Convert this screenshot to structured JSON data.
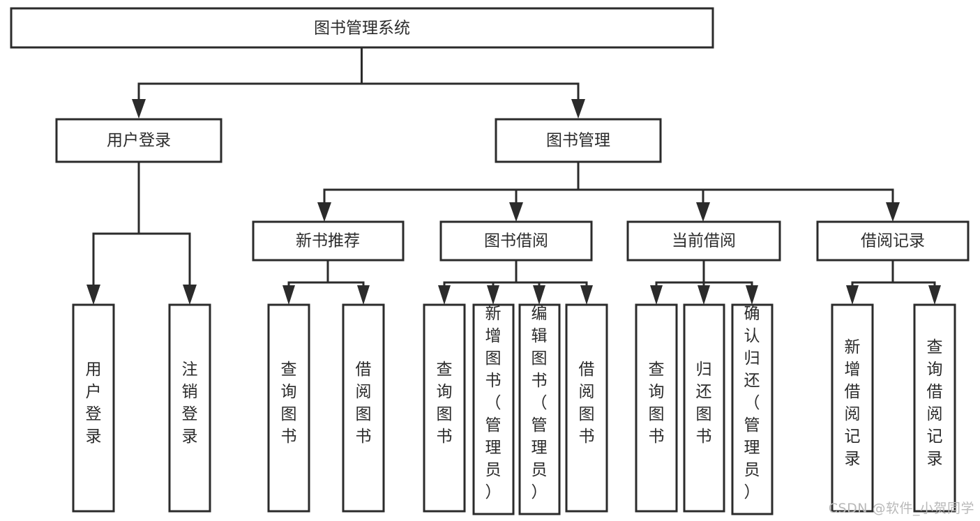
{
  "diagram": {
    "type": "tree-hierarchy-flowchart",
    "root": {
      "id": "root",
      "label": "图书管理系统"
    },
    "level2": [
      {
        "id": "user-login",
        "label": "用户登录"
      },
      {
        "id": "book-manage",
        "label": "图书管理"
      }
    ],
    "level3": [
      {
        "id": "new-book-recommend",
        "label": "新书推荐",
        "parent": "book-manage"
      },
      {
        "id": "book-borrow",
        "label": "图书借阅",
        "parent": "book-manage"
      },
      {
        "id": "current-borrow",
        "label": "当前借阅",
        "parent": "book-manage"
      },
      {
        "id": "borrow-record",
        "label": "借阅记录",
        "parent": "book-manage"
      }
    ],
    "leaves": {
      "user-login": [
        {
          "id": "leaf-user-login",
          "label": "用户登录"
        },
        {
          "id": "leaf-logout-login",
          "label": "注销登录"
        }
      ],
      "new-book-recommend": [
        {
          "id": "leaf-query-book-1",
          "label": "查询图书"
        },
        {
          "id": "leaf-borrow-book-1",
          "label": "借阅图书"
        }
      ],
      "book-borrow": [
        {
          "id": "leaf-query-book-2",
          "label": "查询图书"
        },
        {
          "id": "leaf-add-book-admin",
          "label": "新增图书（管理员）"
        },
        {
          "id": "leaf-edit-book-admin",
          "label": "编辑图书（管理员）"
        },
        {
          "id": "leaf-borrow-book-2",
          "label": "借阅图书"
        }
      ],
      "current-borrow": [
        {
          "id": "leaf-query-book-3",
          "label": "查询图书"
        },
        {
          "id": "leaf-return-book",
          "label": "归还图书"
        },
        {
          "id": "leaf-confirm-return-admin",
          "label": "确认归还（管理员）"
        }
      ],
      "borrow-record": [
        {
          "id": "leaf-add-borrow-record",
          "label": "新增借阅记录"
        },
        {
          "id": "leaf-query-borrow-record",
          "label": "查询借阅记录"
        }
      ]
    }
  },
  "watermark": {
    "text": "CSDN @软件_小贺同学"
  },
  "colors": {
    "stroke": "#2b2b2b",
    "fill": "#ffffff",
    "text": "#2b2b2b",
    "watermark": "#b9b9b9",
    "background": "#ffffff"
  }
}
